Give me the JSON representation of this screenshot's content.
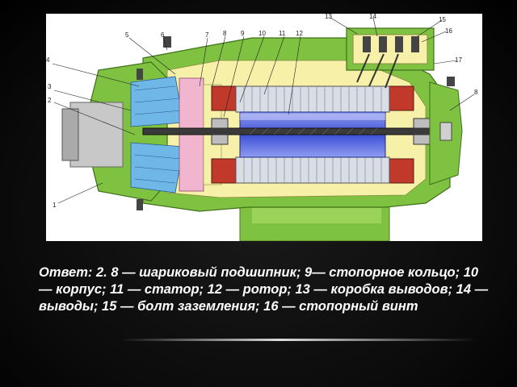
{
  "figure": {
    "callouts": [
      "1",
      "2",
      "3",
      "4",
      "5",
      "6",
      "7",
      "8",
      "9",
      "10",
      "11",
      "12",
      "13",
      "14",
      "15",
      "16",
      "17",
      "8"
    ]
  },
  "caption": {
    "text": "Ответ: 2.  8 — шариковый подшипник; 9— стопорное кольцо; 10— корпус; 11 — статор; 12 — ротор; 13 — коробка выводов; 14 — выводы; 15 — болт заземления; 16 — стопорный винт"
  },
  "colors": {
    "background": "#000000",
    "caption_text": "#ffffff",
    "housing_green": "#7fc241",
    "light_yellow": "#f7f0a8",
    "rotor_blue": "#3d4fd6",
    "winding_red": "#c0392b",
    "impeller_blue": "#6fb7e6",
    "shaft_gray": "#3a3a3a"
  }
}
